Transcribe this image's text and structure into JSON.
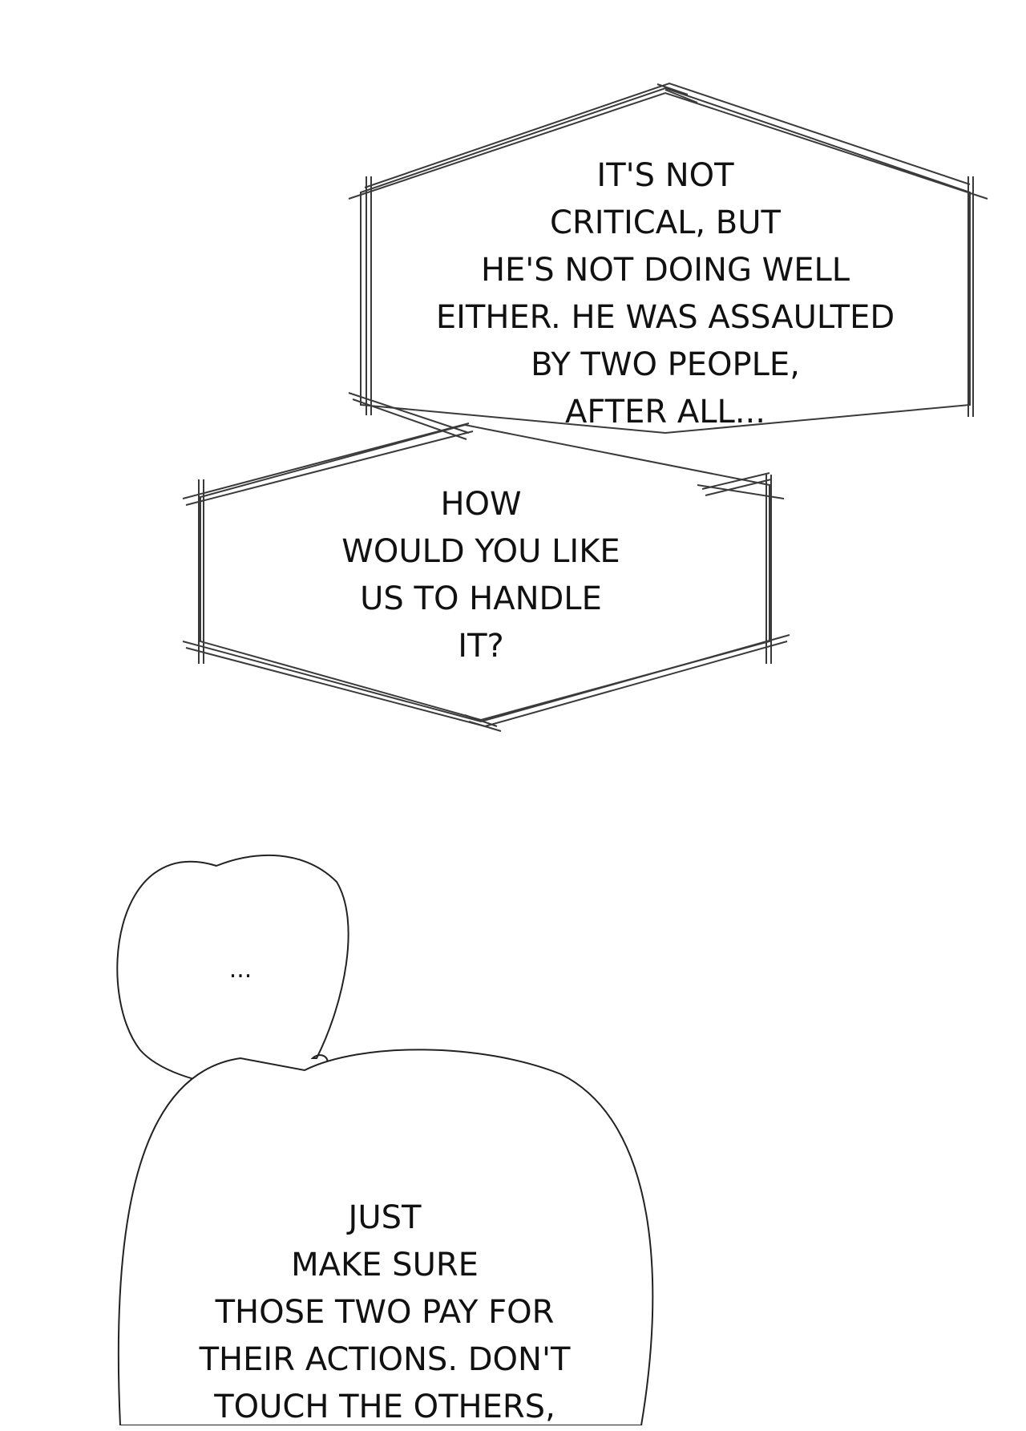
{
  "panel": {
    "bubble_1": {
      "shape": "hexagon-frame",
      "lines": [
        "IT'S NOT",
        "CRITICAL, BUT",
        "HE'S NOT DOING WELL",
        "EITHER. HE WAS ASSAULTED",
        "BY TWO PEOPLE,",
        "AFTER ALL..."
      ]
    },
    "bubble_2": {
      "shape": "hexagon-frame",
      "lines": [
        "HOW",
        "WOULD YOU LIKE",
        "US TO HANDLE",
        "IT?"
      ]
    },
    "bubble_3": {
      "shape": "rounded-speech",
      "lines": [
        "..."
      ]
    },
    "bubble_4": {
      "shape": "rounded-speech",
      "lines": [
        "JUST",
        "MAKE SURE",
        "THOSE TWO PAY FOR",
        "THEIR ACTIONS. DON'T",
        "TOUCH THE OTHERS,"
      ]
    }
  },
  "colors": {
    "background": "#ffffff",
    "ink": "#111111",
    "frame_stroke": "#3a3a3a"
  }
}
